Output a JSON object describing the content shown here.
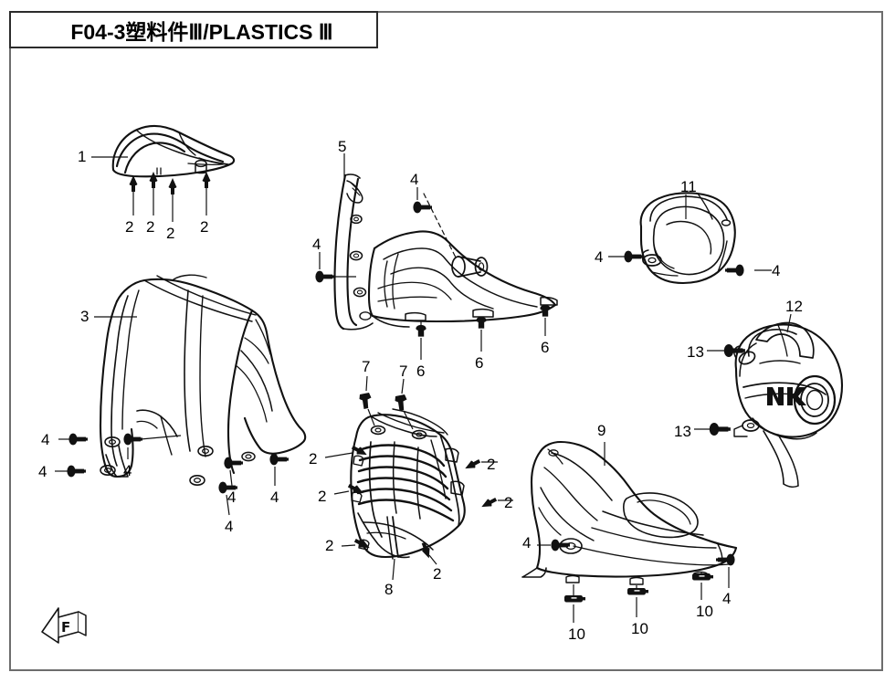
{
  "document": {
    "title": "F04-3塑料件Ⅲ/PLASTICS Ⅲ",
    "sheet_code": "F04-3",
    "name_cn": "塑料件Ⅲ",
    "name_en": "PLASTICS Ⅲ",
    "type": "exploded parts diagram",
    "direction_marker": "F"
  },
  "colors": {
    "line": "#111111",
    "frame": "#6d6d6d",
    "title_border": "#2b2b2b",
    "background": "#ffffff",
    "fastener_fill": "#111111"
  },
  "parts": [
    {
      "ref": "1",
      "name": "front-fender",
      "label": "1"
    },
    {
      "ref": "3",
      "name": "front-cowl-bracket",
      "label": "3"
    },
    {
      "ref": "5",
      "name": "left-side-panel",
      "label": "5"
    },
    {
      "ref": "8",
      "name": "radiator-grille",
      "label": "8"
    },
    {
      "ref": "9",
      "name": "lower-side-cowl",
      "label": "9"
    },
    {
      "ref": "11",
      "name": "mirror-cover",
      "label": "11"
    },
    {
      "ref": "12",
      "name": "headlight-housing",
      "label": "12"
    }
  ],
  "fasteners": [
    {
      "ref": "2",
      "name": "push-rivet-clip",
      "label": "2",
      "count": 10
    },
    {
      "ref": "4",
      "name": "hex-flange-bolt",
      "label": "4",
      "count": 12
    },
    {
      "ref": "6",
      "name": "mushroom-push-clip",
      "label": "6",
      "count": 3
    },
    {
      "ref": "7",
      "name": "angled-head-rivet",
      "label": "7",
      "count": 2
    },
    {
      "ref": "10",
      "name": "flat-clip",
      "label": "10",
      "count": 3
    },
    {
      "ref": "13",
      "name": "headlight-bolt",
      "label": "13",
      "count": 2
    }
  ],
  "callouts": {
    "part_1": "1",
    "part_3": "3",
    "part_5": "5",
    "part_8": "8",
    "part_9": "9",
    "part_11": "11",
    "part_12": "12",
    "fastener_2": "2",
    "fastener_4": "4",
    "fastener_6": "6",
    "fastener_7": "7",
    "fastener_10": "10",
    "fastener_13": "13"
  },
  "logo": {
    "headlight_brand": "NK"
  }
}
